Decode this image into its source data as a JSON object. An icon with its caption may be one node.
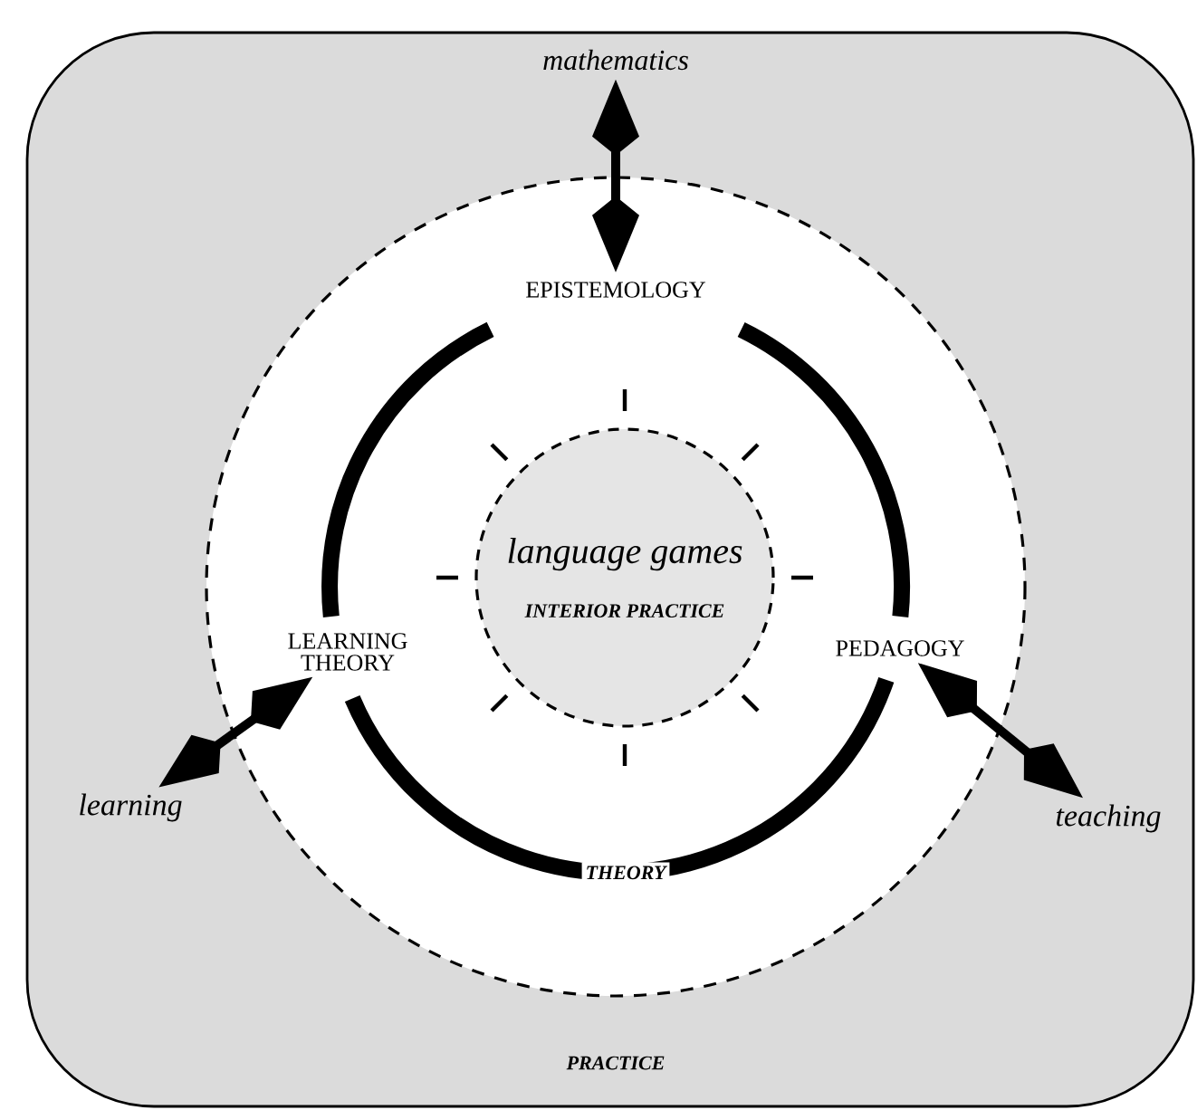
{
  "diagram": {
    "nodes": [
      {
        "text": [
          "mathematics"
        ]
      },
      {
        "text": [
          "EPISTEMOLOGY"
        ]
      },
      {
        "text": [
          "language games",
          "INTERIOR PRACTICE"
        ]
      },
      {
        "text": [
          "LEARNING THEORY"
        ]
      },
      {
        "text": [
          "PEDAGOGY"
        ]
      },
      {
        "text": [
          "learning"
        ]
      },
      {
        "text": [
          "teaching"
        ]
      }
    ],
    "edges": [
      {
        "from": 1,
        "to": 0,
        "arrow": "both"
      },
      {
        "from": 3,
        "to": 5,
        "arrow": "both"
      },
      {
        "from": 4,
        "to": 6,
        "arrow": "both"
      },
      {
        "from": 1,
        "to": 4,
        "arrow": "none",
        "style": "thick"
      },
      {
        "from": 4,
        "to": 3,
        "arrow": "none",
        "style": "thick",
        "label": "THEORY"
      },
      {
        "from": 3,
        "to": 1,
        "arrow": "none",
        "style": "thick"
      }
    ],
    "labels": [
      "PRACTICE"
    ]
  }
}
